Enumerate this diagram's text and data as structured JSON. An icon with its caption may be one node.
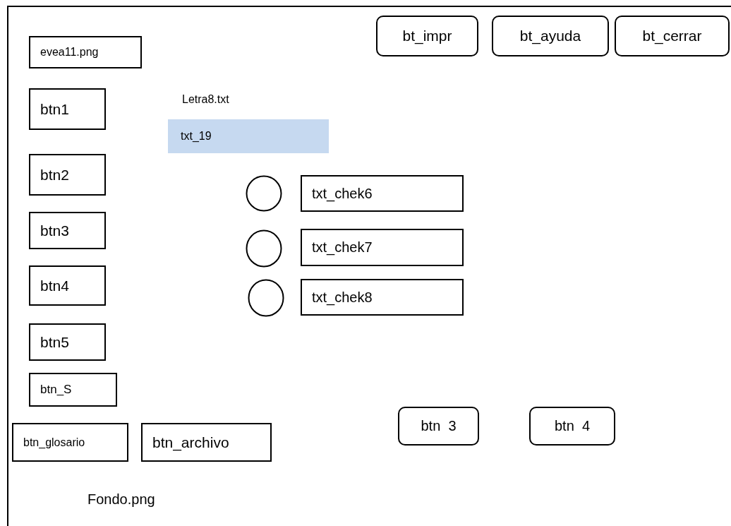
{
  "diagram": {
    "nodes": [
      {
        "text": [
          "Fondo.png"
        ]
      },
      {
        "text": [
          "evea11.png"
        ],
        "in": 0
      },
      {
        "text": [
          "bt_impr"
        ],
        "in": 0
      },
      {
        "text": [
          "bt_ayuda"
        ],
        "in": 0
      },
      {
        "text": [
          "bt_cerrar"
        ],
        "in": 0
      },
      {
        "text": [
          "btn1"
        ],
        "in": 0
      },
      {
        "text": [
          "txt_19"
        ],
        "in": 0
      },
      {
        "text": [
          "btn2"
        ],
        "in": 0
      },
      {
        "text": [],
        "shape": "circle",
        "in": 0
      },
      {
        "text": [
          "txt_chek6"
        ],
        "in": 0
      },
      {
        "text": [
          "btn3"
        ],
        "in": 0
      },
      {
        "text": [],
        "shape": "circle",
        "in": 0
      },
      {
        "text": [
          "txt_chek7"
        ],
        "in": 0
      },
      {
        "text": [
          "btn4"
        ],
        "in": 0
      },
      {
        "text": [],
        "shape": "circle",
        "in": 0
      },
      {
        "text": [
          "txt_chek8"
        ],
        "in": 0
      },
      {
        "text": [
          "btn5"
        ],
        "in": 0
      },
      {
        "text": [
          "btn_S"
        ],
        "in": 0
      },
      {
        "text": [
          "btn_glosario"
        ],
        "in": 0
      },
      {
        "text": [
          "btn_archivo"
        ],
        "in": 0
      },
      {
        "text": [
          "btn  3"
        ],
        "in": 0
      },
      {
        "text": [
          "btn  4"
        ],
        "in": 0
      }
    ],
    "edges": [],
    "labels": [
      "Letra8.txt"
    ]
  }
}
